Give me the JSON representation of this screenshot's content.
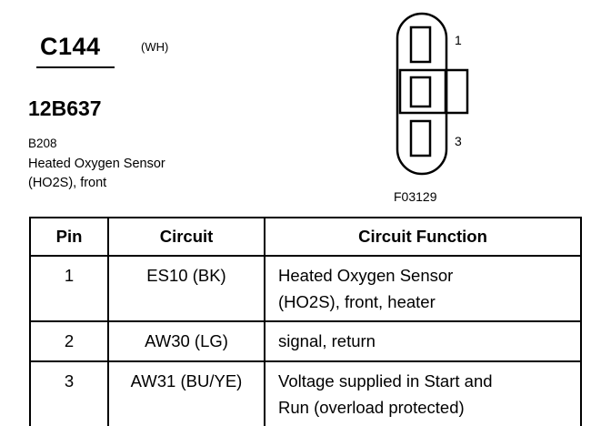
{
  "connector": {
    "id": "C144",
    "wire_color": "(WH)",
    "part_number": "12B637",
    "component_code": "B208",
    "component_desc_line1": "Heated Oxygen Sensor",
    "component_desc_line2": "(HO2S), front"
  },
  "diagram": {
    "pin_labels": [
      "1",
      "3"
    ],
    "figure_code": "F03129"
  },
  "table": {
    "headers": [
      "Pin",
      "Circuit",
      "Circuit Function"
    ],
    "rows": [
      {
        "pin": "1",
        "circuit": "ES10 (BK)",
        "function_line1": "Heated Oxygen Sensor",
        "function_line2": "(HO2S), front, heater"
      },
      {
        "pin": "2",
        "circuit": "AW30 (LG)",
        "function_line1": "signal, return",
        "function_line2": ""
      },
      {
        "pin": "3",
        "circuit": "AW31 (BU/YE)",
        "function_line1": "Voltage supplied in Start and",
        "function_line2": "Run (overload protected)"
      }
    ]
  }
}
